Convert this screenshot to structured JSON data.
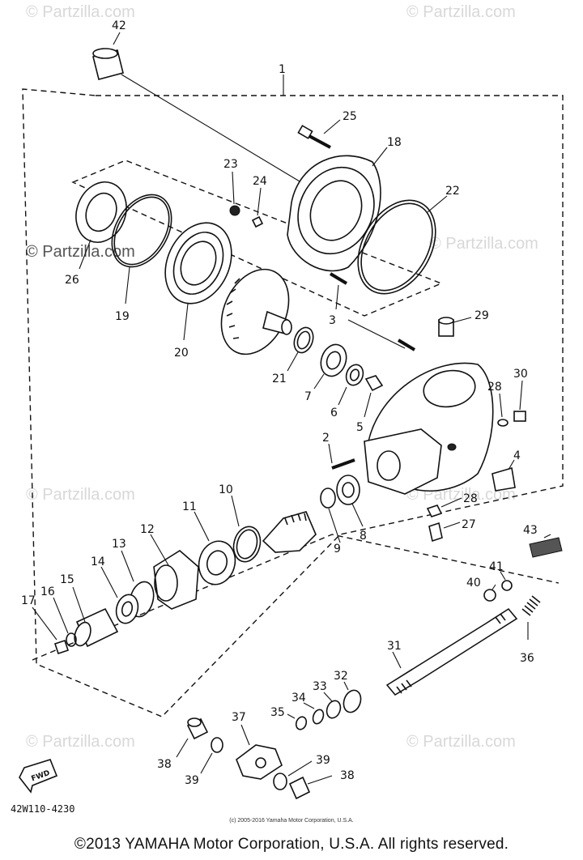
{
  "diagram": {
    "callouts": [
      "42",
      "1",
      "25",
      "18",
      "23",
      "24",
      "22",
      "26",
      "19",
      "20",
      "3",
      "29",
      "21",
      "7",
      "6",
      "5",
      "28",
      "30",
      "2",
      "4",
      "10",
      "11",
      "12",
      "13",
      "14",
      "15",
      "16",
      "17",
      "9",
      "8",
      "28",
      "27",
      "43",
      "41",
      "40",
      "36",
      "31",
      "32",
      "33",
      "34",
      "35",
      "37",
      "38",
      "39",
      "39",
      "38"
    ],
    "fwd_label": "FWD",
    "figure_code": "42W110-4230"
  },
  "watermarks": [
    "© Partzilla.com"
  ],
  "small_copyright": "(c) 2005-2016 Yamaha Motor Corporation, U.S.A.",
  "footer_copyright": "©2013 YAMAHA Motor Corporation, U.S.A. All rights reserved."
}
